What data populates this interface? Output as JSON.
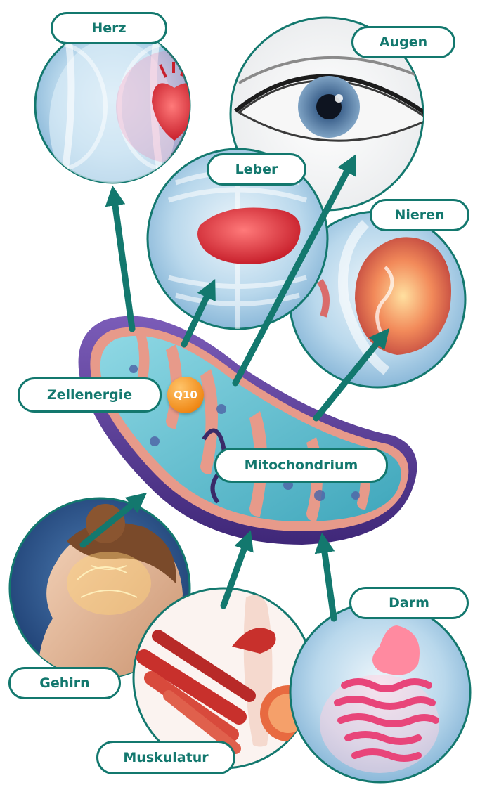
{
  "labels": {
    "heart": "Herz",
    "eyes": "Augen",
    "liver": "Leber",
    "kidneys": "Nieren",
    "cell_energy": "Zellenergie",
    "q10": "Q10",
    "mitochondrion": "Mitochondrium",
    "brain": "Gehirn",
    "muscles": "Muskulatur",
    "gut": "Darm"
  },
  "colors": {
    "accent": "#13786e",
    "mito_outer": "#5e3f9a",
    "mito_inner": "#e79a8a",
    "mito_matrix": "#56b8c8",
    "q10": "#f08a18",
    "organ_highlight": "#e03050"
  }
}
